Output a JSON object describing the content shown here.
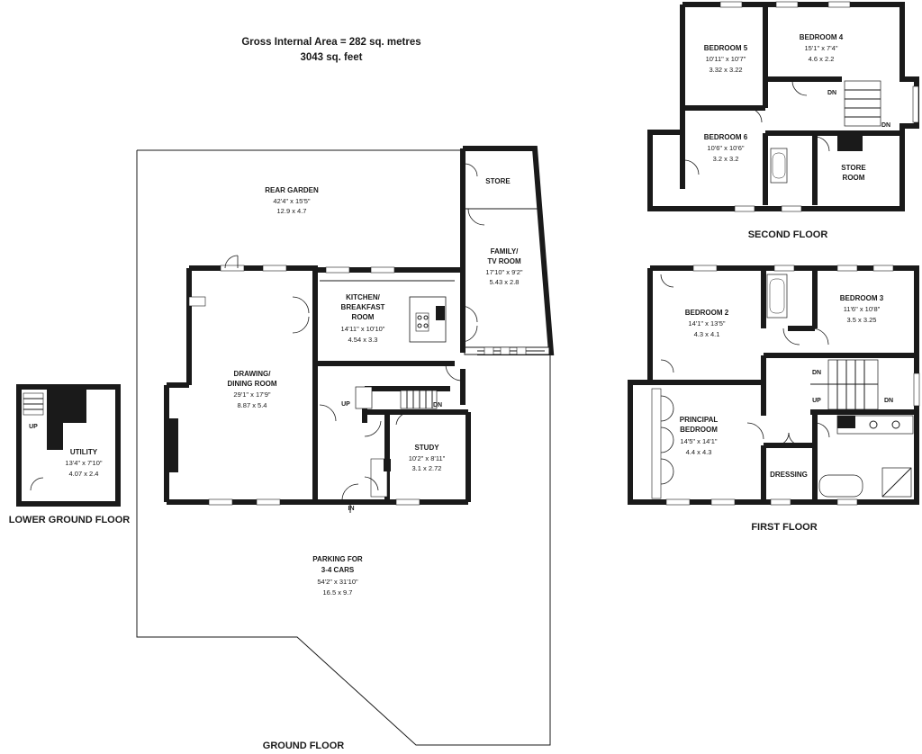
{
  "gross_area": {
    "line1": "Gross Internal Area = 282 sq. metres",
    "line2": "3043 sq. feet"
  },
  "floors": {
    "ground": "GROUND FLOOR",
    "lower_ground": "LOWER GROUND FLOOR",
    "first": "FIRST FLOOR",
    "second": "SECOND FLOOR"
  },
  "rooms": {
    "rear_garden": {
      "name": "REAR GARDEN",
      "imperial": "42'4\" x 15'5\"",
      "metric": "12.9 x 4.7"
    },
    "store_ground": {
      "name": "STORE"
    },
    "family_room": {
      "name_line1": "FAMILY/",
      "name_line2": "TV ROOM",
      "imperial": "17'10\" x 9'2\"",
      "metric": "5.43 x 2.8"
    },
    "kitchen": {
      "name_line1": "KITCHEN/",
      "name_line2": "BREAKFAST",
      "name_line3": "ROOM",
      "imperial": "14'11\" x 10'10\"",
      "metric": "4.54 x 3.3"
    },
    "drawing": {
      "name_line1": "DRAWING/",
      "name_line2": "DINING ROOM",
      "imperial": "29'1\" x 17'9\"",
      "metric": "8.87 x 5.4"
    },
    "study": {
      "name": "STUDY",
      "imperial": "10'2\" x 8'11\"",
      "metric": "3.1 x 2.72"
    },
    "parking": {
      "name_line1": "PARKING FOR",
      "name_line2": "3-4 CARS",
      "imperial": "54'2\" x 31'10\"",
      "metric": "16.5 x 9.7"
    },
    "utility": {
      "name": "UTILITY",
      "imperial": "13'4\" x 7'10\"",
      "metric": "4.07 x 2.4"
    },
    "bedroom5": {
      "name": "BEDROOM 5",
      "imperial": "10'11\" x 10'7\"",
      "metric": "3.32 x 3.22"
    },
    "bedroom4": {
      "name": "BEDROOM 4",
      "imperial": "15'1\" x 7'4\"",
      "metric": "4.6 x 2.2"
    },
    "bedroom6": {
      "name": "BEDROOM 6",
      "imperial": "10'6\" x 10'6\"",
      "metric": "3.2 x 3.2"
    },
    "store_room": {
      "name_line1": "STORE",
      "name_line2": "ROOM"
    },
    "bedroom2": {
      "name": "BEDROOM 2",
      "imperial": "14'1\" x 13'5\"",
      "metric": "4.3 x 4.1"
    },
    "bedroom3": {
      "name": "BEDROOM 3",
      "imperial": "11'6\" x 10'8\"",
      "metric": "3.5 x 3.25"
    },
    "principal": {
      "name_line1": "PRINCIPAL",
      "name_line2": "BEDROOM",
      "imperial": "14'5\" x 14'1\"",
      "metric": "4.4 x 4.3"
    },
    "dressing": {
      "name": "DRESSING"
    }
  },
  "markers": {
    "up": "UP",
    "dn": "DN",
    "in": "IN"
  }
}
